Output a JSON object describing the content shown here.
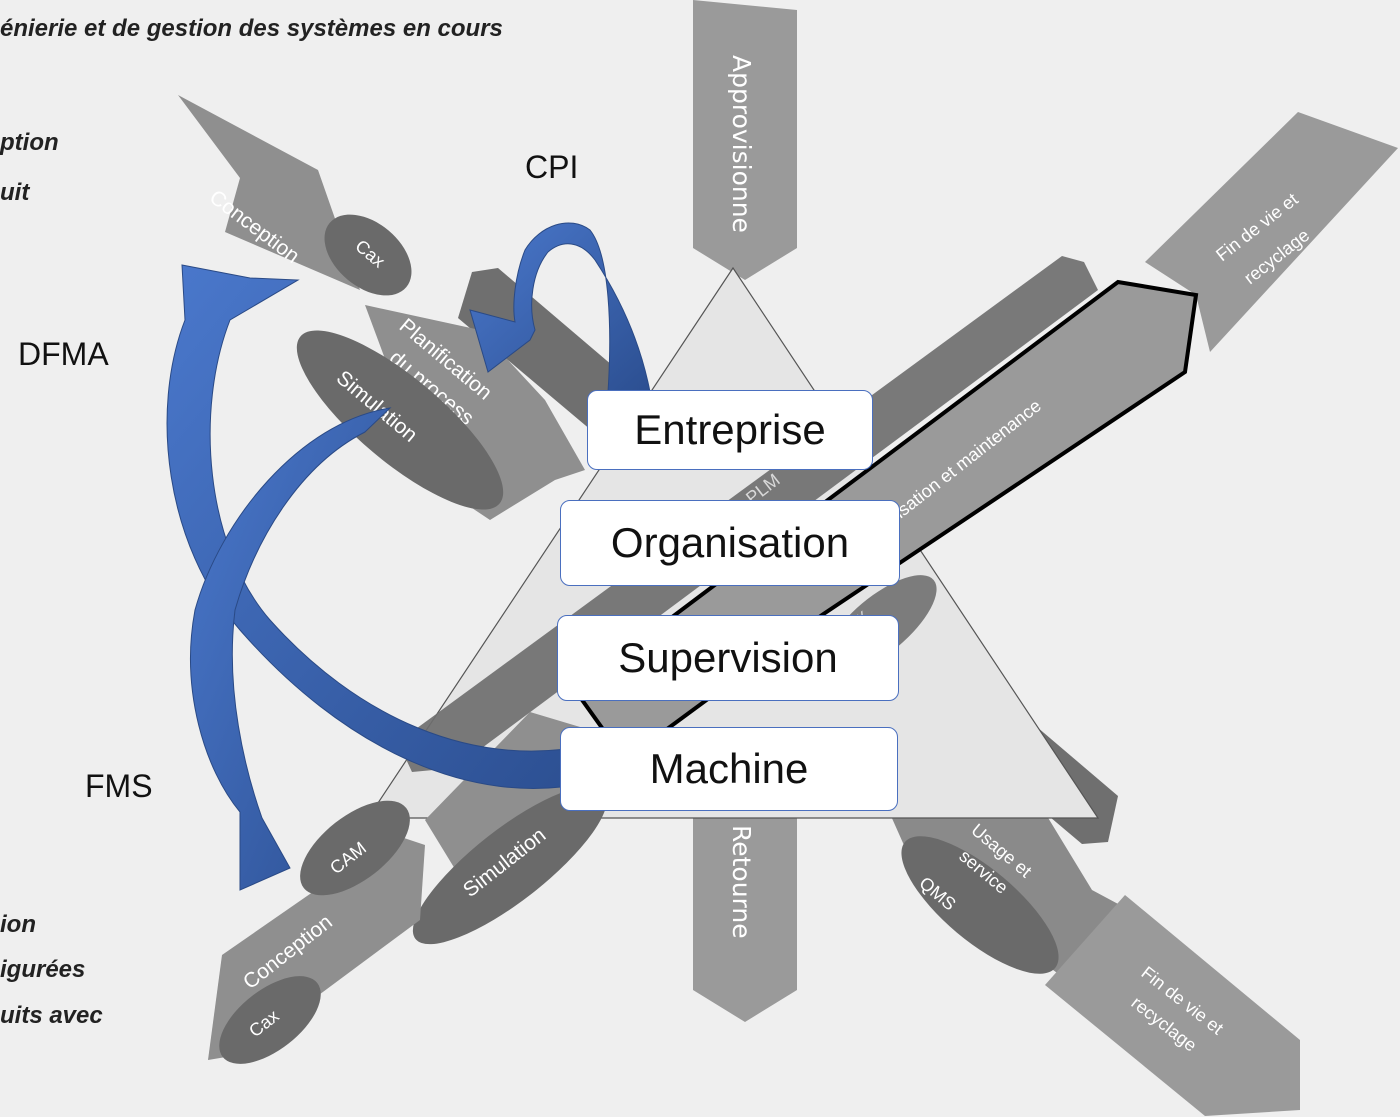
{
  "header_text": "énierie et de gestion des systèmes en cours",
  "left_top_texts": [
    "ption",
    "uit"
  ],
  "left_bottom_texts": [
    "ion",
    "igurées",
    "uits avec"
  ],
  "loop_labels": {
    "cpi": "CPI",
    "dfma": "DFMA",
    "fms": "FMS"
  },
  "flows": {
    "approvisionne": "Approvisionne",
    "retourne": "Retourne",
    "fin_de_vie_top": [
      "Fin de vie et",
      "recyclage"
    ],
    "fin_de_vie_bottom": [
      "Fin de vie et",
      "recyclage"
    ],
    "utilisation": "Utilisation et maintenance",
    "usage_service": [
      "Usage et",
      "service"
    ],
    "qms": "QMS",
    "conception_top": "Conception",
    "cax_top": "Cax",
    "planification": [
      "Planification",
      "du process"
    ],
    "simulation_top": "Simulation",
    "conception_bottom": "Conception",
    "cax_bottom": "Cax",
    "cam": "CAM",
    "simulation_bottom": "Simulation",
    "plm": "PLM",
    "ccx": "CCx"
  },
  "levels": [
    "Entreprise",
    "Organisation",
    "Supervision",
    "Machine"
  ]
}
